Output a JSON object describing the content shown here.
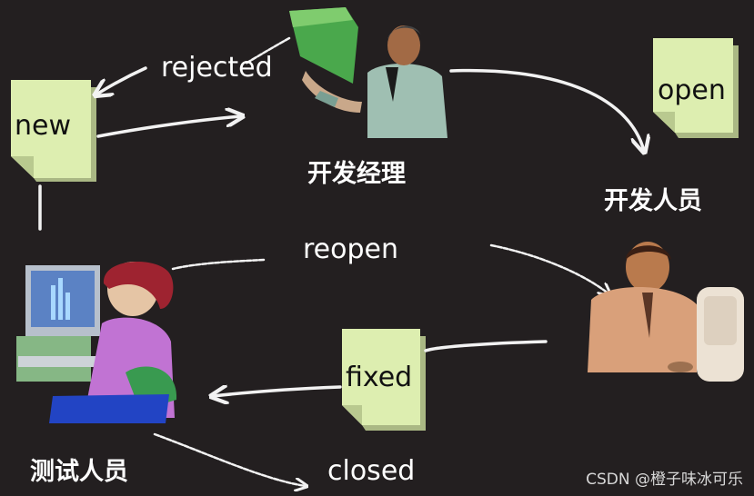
{
  "states": {
    "new": "new",
    "open": "open",
    "fixed": "fixed",
    "rejected": "rejected",
    "reopen": "reopen",
    "closed": "closed"
  },
  "roles": {
    "dev_manager": "开发经理",
    "developer": "开发人员",
    "tester": "测试人员"
  },
  "watermark": "CSDN @橙子味冰可乐",
  "colors": {
    "background": "#231f20",
    "note_fill": "#ddeeb0",
    "arrow": "#f2f2f2",
    "text": "#ffffff"
  }
}
